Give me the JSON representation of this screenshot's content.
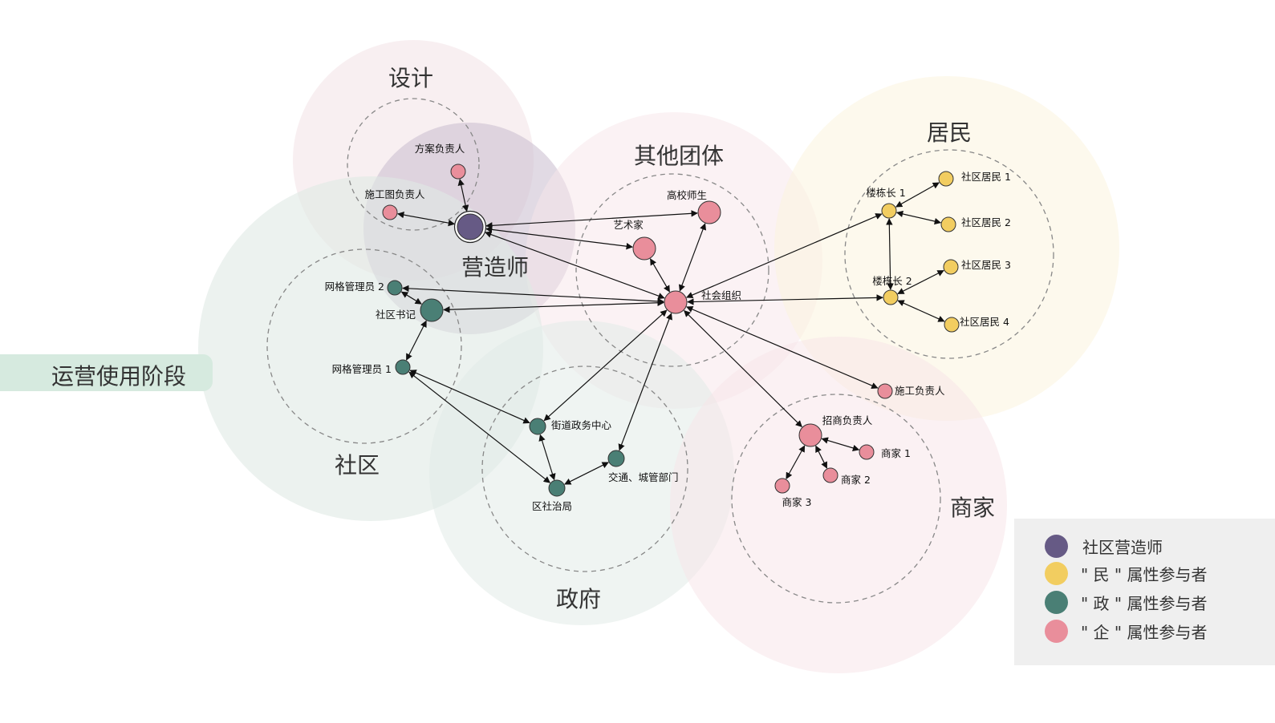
{
  "stage_label": "运营使用阶段",
  "colors": {
    "purple": "#665a85",
    "yellow": "#f2cd60",
    "teal": "#4a7f75",
    "pink": "#e98e9b"
  },
  "groups": [
    {
      "id": "design",
      "label": "设计"
    },
    {
      "id": "maker",
      "label": "营造师"
    },
    {
      "id": "other",
      "label": "其他团体"
    },
    {
      "id": "residents",
      "label": "居民"
    },
    {
      "id": "community",
      "label": "社区"
    },
    {
      "id": "government",
      "label": "政府"
    },
    {
      "id": "merchants",
      "label": "商家"
    }
  ],
  "nodes": [
    {
      "id": "maker",
      "label": "",
      "type": "purple"
    },
    {
      "id": "fangan",
      "label": "方案负责人",
      "type": "pink"
    },
    {
      "id": "shigongtu",
      "label": "施工图负责人",
      "type": "pink"
    },
    {
      "id": "gaoxiao",
      "label": "高校师生",
      "type": "pink"
    },
    {
      "id": "yishujia",
      "label": "艺术家",
      "type": "pink"
    },
    {
      "id": "shehui",
      "label": "社会组织",
      "type": "pink"
    },
    {
      "id": "wangge2",
      "label": "网格管理员 2",
      "type": "teal"
    },
    {
      "id": "shuji",
      "label": "社区书记",
      "type": "teal"
    },
    {
      "id": "wangge1",
      "label": "网格管理员 1",
      "type": "teal"
    },
    {
      "id": "jiedao",
      "label": "街道政务中心",
      "type": "teal"
    },
    {
      "id": "qushe",
      "label": "区社治局",
      "type": "teal"
    },
    {
      "id": "jiaotong",
      "label": "交通、城管部门",
      "type": "teal"
    },
    {
      "id": "loudong1",
      "label": "楼栋长 1",
      "type": "yellow"
    },
    {
      "id": "loudong2",
      "label": "楼栋长 2",
      "type": "yellow"
    },
    {
      "id": "jumin1",
      "label": "社区居民 1",
      "type": "yellow"
    },
    {
      "id": "jumin2",
      "label": "社区居民 2",
      "type": "yellow"
    },
    {
      "id": "jumin3",
      "label": "社区居民 3",
      "type": "yellow"
    },
    {
      "id": "jumin4",
      "label": "社区居民 4",
      "type": "yellow"
    },
    {
      "id": "shigong",
      "label": "施工负责人",
      "type": "pink"
    },
    {
      "id": "zhaoshang",
      "label": "招商负责人",
      "type": "pink"
    },
    {
      "id": "shangjia1",
      "label": "商家 1",
      "type": "pink"
    },
    {
      "id": "shangjia2",
      "label": "商家 2",
      "type": "pink"
    },
    {
      "id": "shangjia3",
      "label": "商家 3",
      "type": "pink"
    }
  ],
  "edges": [
    [
      "maker",
      "fangan"
    ],
    [
      "maker",
      "shigongtu"
    ],
    [
      "maker",
      "gaoxiao"
    ],
    [
      "maker",
      "yishujia"
    ],
    [
      "maker",
      "shehui"
    ],
    [
      "shehui",
      "gaoxiao"
    ],
    [
      "shehui",
      "yishujia"
    ],
    [
      "shehui",
      "wangge2"
    ],
    [
      "shehui",
      "shuji"
    ],
    [
      "shehui",
      "loudong1"
    ],
    [
      "shehui",
      "loudong2"
    ],
    [
      "shehui",
      "shigong"
    ],
    [
      "shehui",
      "zhaoshang"
    ],
    [
      "shehui",
      "jiedao"
    ],
    [
      "shehui",
      "jiaotong"
    ],
    [
      "wangge2",
      "shuji"
    ],
    [
      "shuji",
      "wangge1"
    ],
    [
      "wangge1",
      "jiedao"
    ],
    [
      "wangge1",
      "qushe"
    ],
    [
      "jiedao",
      "qushe"
    ],
    [
      "qushe",
      "jiaotong"
    ],
    [
      "loudong1",
      "loudong2"
    ],
    [
      "loudong1",
      "jumin1"
    ],
    [
      "loudong1",
      "jumin2"
    ],
    [
      "loudong2",
      "jumin3"
    ],
    [
      "loudong2",
      "jumin4"
    ],
    [
      "zhaoshang",
      "shangjia1"
    ],
    [
      "zhaoshang",
      "shangjia2"
    ],
    [
      "zhaoshang",
      "shangjia3"
    ]
  ],
  "legend": [
    {
      "label": "社区营造师",
      "type": "purple"
    },
    {
      "label": "\" 民 \" 属性参与者",
      "type": "yellow"
    },
    {
      "label": "\" 政 \" 属性参与者",
      "type": "teal"
    },
    {
      "label": "\" 企 \" 属性参与者",
      "type": "pink"
    }
  ]
}
